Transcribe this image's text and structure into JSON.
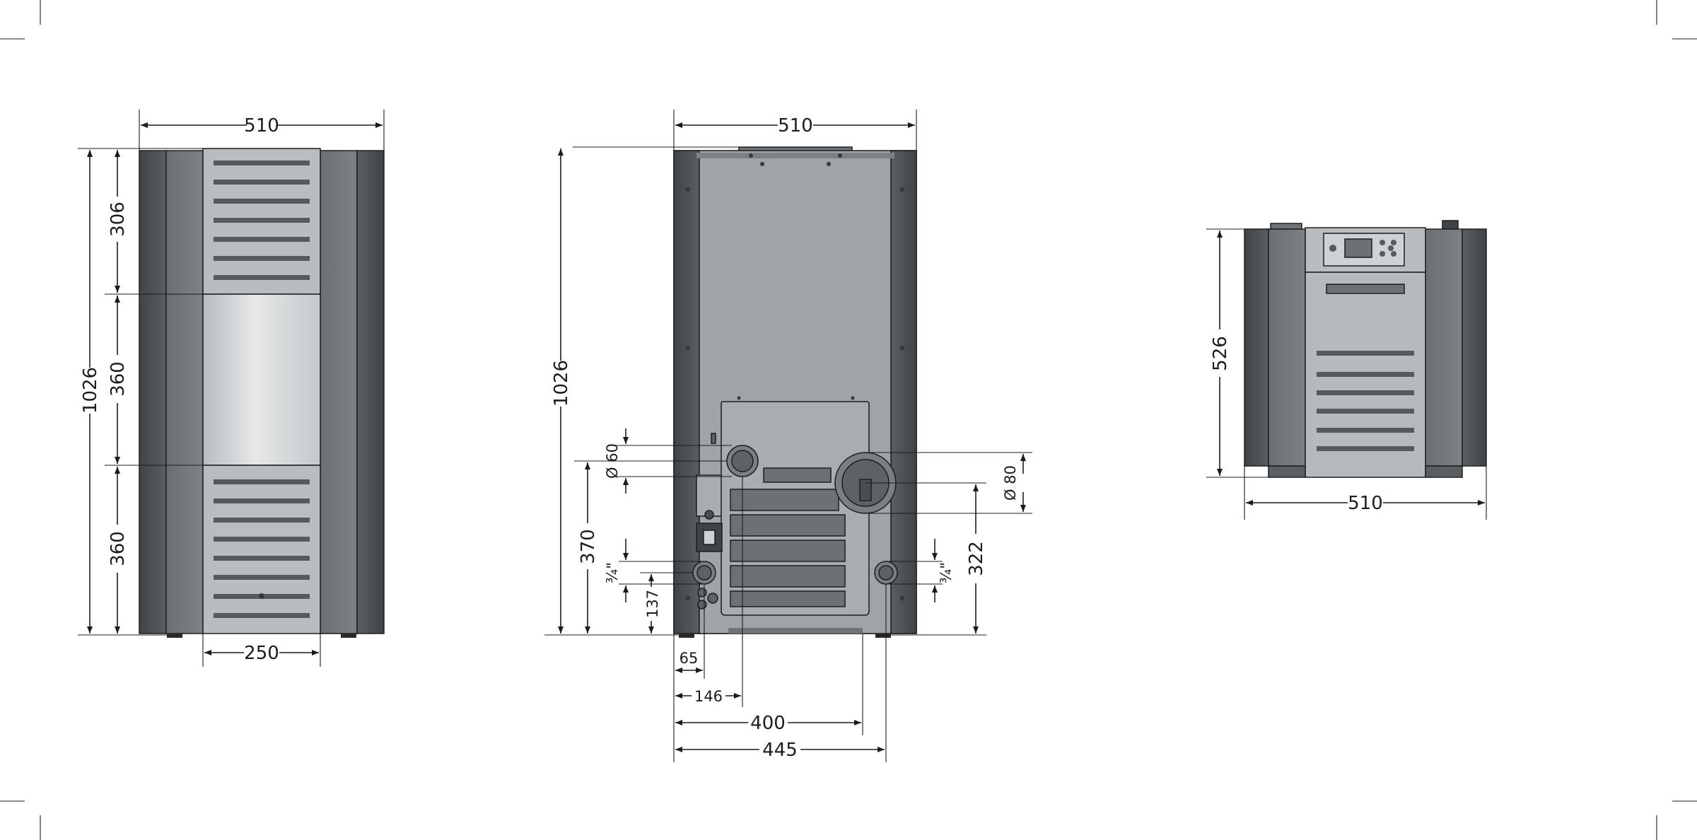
{
  "colors": {
    "dark_side": "#4b4f53",
    "mid_side": "#6f7478",
    "light_panel": "#b6babd",
    "back_panel": "#9ea3a6",
    "glass": "#cfd2d4",
    "line": "#1c1c1c"
  },
  "front_view": {
    "width": "510",
    "height": "1026",
    "section_top": "306",
    "section_mid": "360",
    "section_bottom": "360",
    "base_width": "250"
  },
  "rear_view": {
    "width": "510",
    "height": "1026",
    "pipe_small": "Ø 60",
    "pipe_large": "Ø 80",
    "height_370": "370",
    "height_322": "322",
    "thread_left": "¾\"",
    "thread_right": "¾\"",
    "height_137": "137",
    "width_65": "65",
    "width_146": "146",
    "width_400": "400",
    "width_445": "445"
  },
  "top_view": {
    "depth": "526",
    "width": "510"
  }
}
